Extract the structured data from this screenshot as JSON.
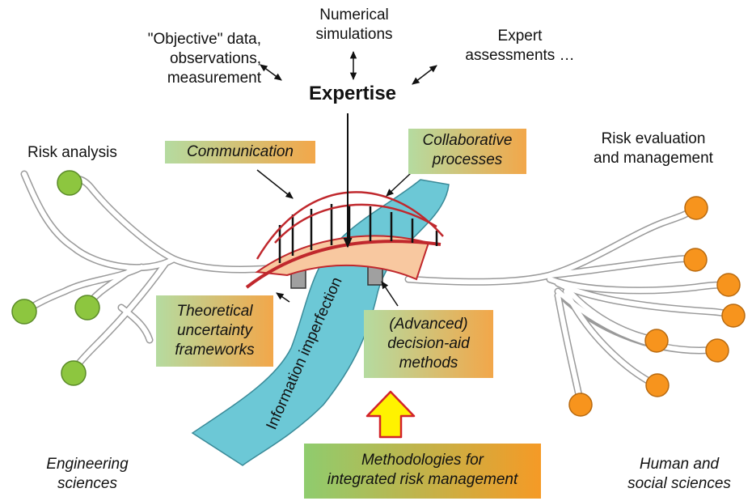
{
  "top_sources": {
    "objective_data": [
      "\"Objective\" data,",
      "observations,",
      "measurement"
    ],
    "numerical_simulations": [
      "Numerical",
      "simulations"
    ],
    "expert_assessments": [
      "Expert",
      "assessments …"
    ]
  },
  "expertise": "Expertise",
  "risk_analysis": "Risk analysis",
  "risk_evaluation": [
    "Risk evaluation",
    "and management"
  ],
  "communication": "Communication",
  "collaborative_processes": [
    "Collaborative",
    "processes"
  ],
  "theoretical_frameworks": [
    "Theoretical",
    "uncertainty",
    "frameworks"
  ],
  "decision_aid": [
    "(Advanced)",
    "decision-aid",
    "methods"
  ],
  "river_label": "Information imperfection",
  "methodologies": [
    "Methodologies for",
    "integrated risk management"
  ],
  "engineering_sciences": [
    "Engineering",
    "sciences"
  ],
  "human_social_sciences": [
    "Human and",
    "social sciences"
  ],
  "colors": {
    "green_node": "#8dc63f",
    "orange_node": "#f7941d",
    "river": "#6cc8d6",
    "bridge_deck": "#f8c8a0",
    "bridge_arch": "#c0282d",
    "arrow_fill": "#fff200",
    "arrow_stroke": "#d2232a",
    "box_green": "#b5dba0",
    "box_orange": "#f2a74a"
  }
}
